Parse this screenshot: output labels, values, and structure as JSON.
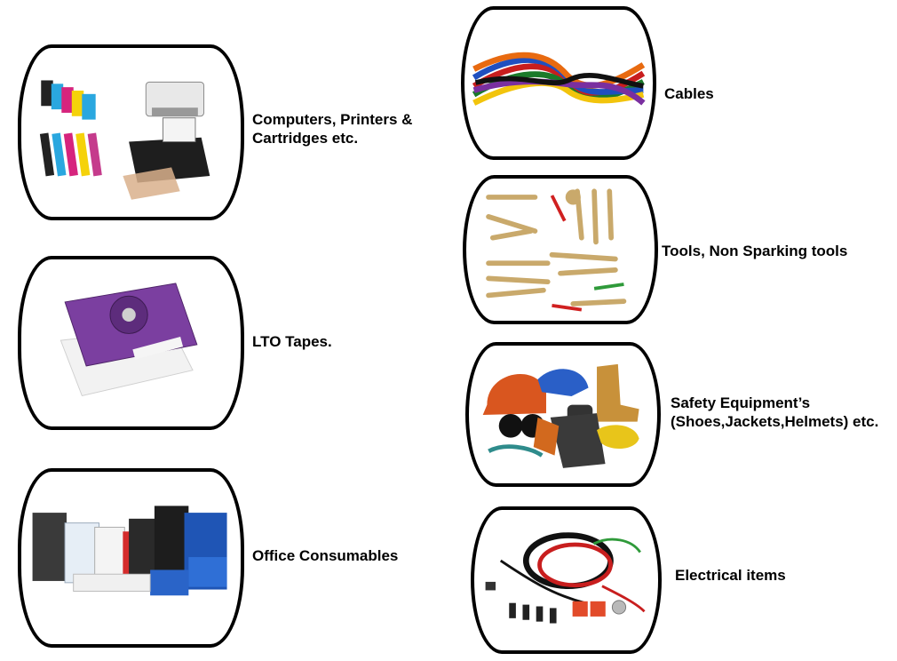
{
  "categories": {
    "computers": {
      "label": "Computers, Printers &\nCartridges etc.",
      "icon": "printer-icon"
    },
    "lto": {
      "label": "LTO Tapes.",
      "icon": "tape-cartridge-icon"
    },
    "office": {
      "label": "Office Consumables",
      "icon": "office-supplies-icon"
    },
    "cables": {
      "label": "Cables",
      "icon": "cables-icon"
    },
    "tools": {
      "label": "Tools, Non Sparking tools",
      "icon": "tools-icon"
    },
    "safety": {
      "label": "Safety  Equipment’s\n(Shoes,Jackets,Helmets) etc.",
      "icon": "safety-equipment-icon"
    },
    "electrical": {
      "label": "Electrical items",
      "icon": "electrical-items-icon"
    }
  },
  "colors": {
    "border": "#000000",
    "cartridge_cyan": "#2aa7df",
    "cartridge_magenta": "#d6247d",
    "cartridge_yellow": "#f5d20a",
    "tape_purple": "#7b3fa0",
    "tool_brass": "#c9a96b",
    "helmet_orange": "#d9561f",
    "cable_red": "#c81e1e"
  }
}
